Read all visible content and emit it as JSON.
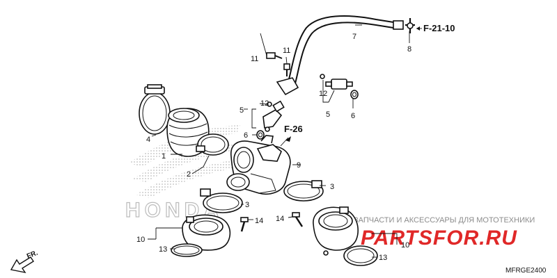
{
  "callouts": {
    "c1": "1",
    "c2": "2",
    "c3a": "3",
    "c3b": "3",
    "c4": "4",
    "c5a": "5",
    "c5b": "5",
    "c6a": "6",
    "c6b": "6",
    "c7": "7",
    "c8": "8",
    "c9": "9",
    "c10a": "10",
    "c10b": "10",
    "c11a": "11",
    "c11b": "11",
    "c12a": "12",
    "c12b": "12",
    "c13a": "13",
    "c13b": "13",
    "c14a": "14",
    "c14b": "14"
  },
  "refs": {
    "f21": "F-21-10",
    "f26": "F-26"
  },
  "front_marker": "FR.",
  "diagram_code": "MFRGE2400",
  "watermark": {
    "tagline": "ЗАПЧАСТИ И АКСЕССУАРЫ ДЛЯ МОТОТЕХНИКИ",
    "site": "PARTSFOR.RU"
  },
  "background_logo": {
    "word": "HONDA",
    "color": "#b4b4b4"
  }
}
